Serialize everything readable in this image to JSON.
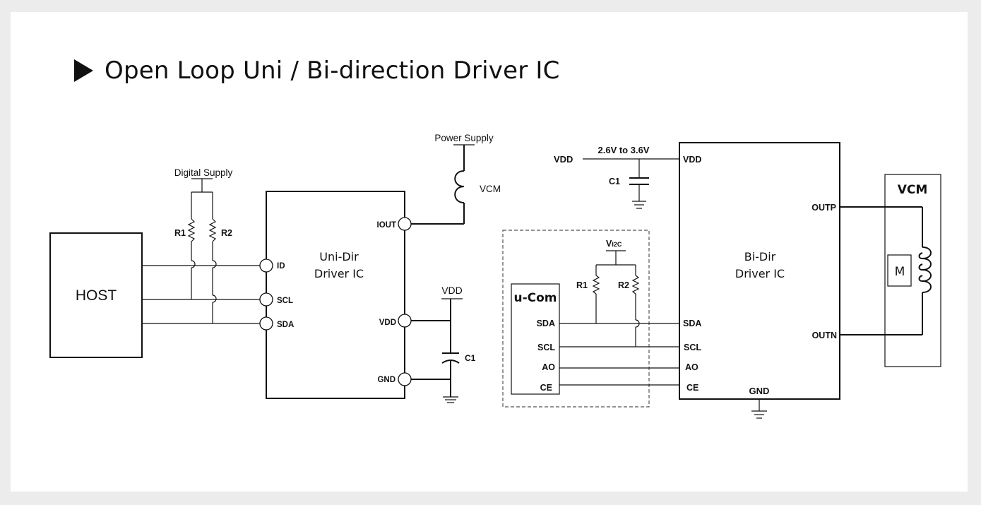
{
  "title": "Open Loop Uni / Bi-direction Driver IC",
  "left_circuit": {
    "host_label": "HOST",
    "digital_supply": "Digital Supply",
    "r1": "R1",
    "r2": "R2",
    "ic_line1": "Uni-Dir",
    "ic_line2": "Driver IC",
    "pins": {
      "id": "ID",
      "scl": "SCL",
      "sda": "SDA",
      "iout": "IOUT",
      "vdd": "VDD",
      "gnd": "GND"
    },
    "power_supply": "Power Supply",
    "vcm": "VCM",
    "vdd_supply": "VDD",
    "c1": "C1"
  },
  "right_circuit": {
    "vdd_in": "VDD",
    "voltage_range": "2.6V to 3.6V",
    "c1": "C1",
    "vi2c_main": "V",
    "vi2c_sub": "I2C",
    "r1": "R1",
    "r2": "R2",
    "ucom_label": "u-Com",
    "ucom_pins": {
      "sda": "SDA",
      "scl": "SCL",
      "ao": "AO",
      "ce": "CE"
    },
    "ic_line1": "Bi-Dir",
    "ic_line2": "Driver IC",
    "ic_pins": {
      "vdd": "VDD",
      "sda": "SDA",
      "scl": "SCL",
      "ao": "AO",
      "ce": "CE",
      "gnd": "GND",
      "outp": "OUTP",
      "outn": "OUTN"
    },
    "vcm_label": "VCM",
    "motor": "M"
  }
}
